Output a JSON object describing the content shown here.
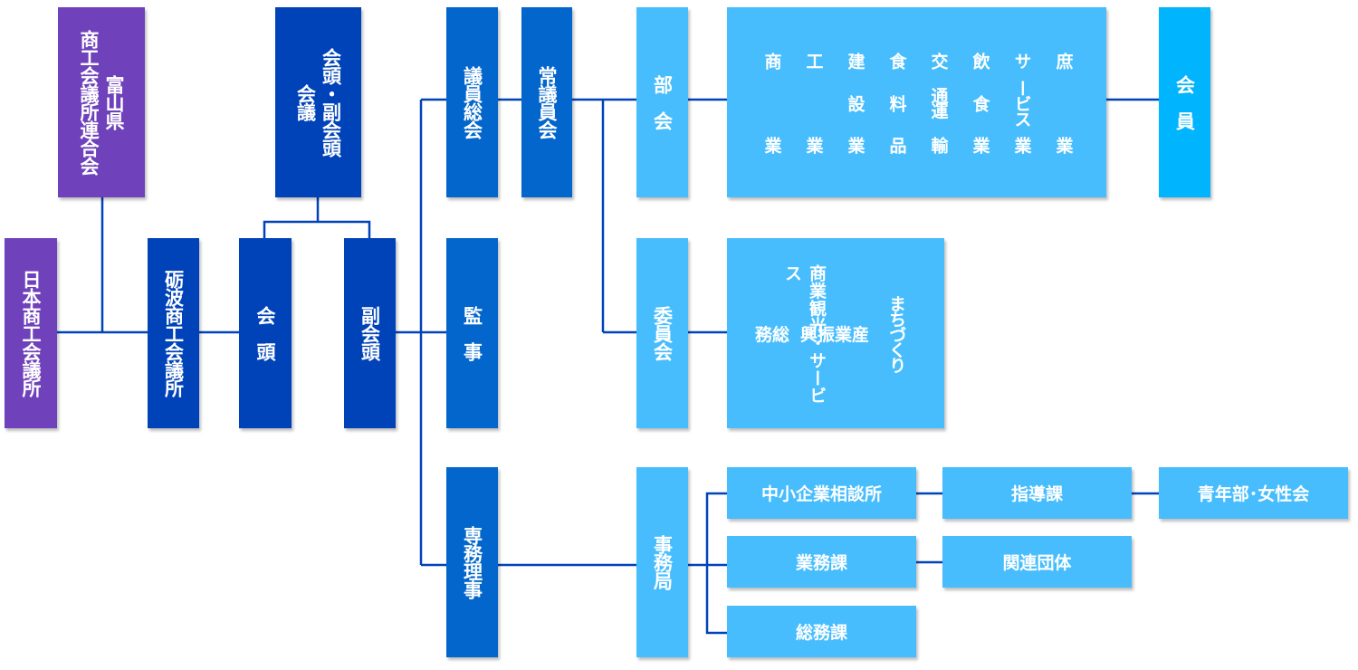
{
  "nodes": {
    "nissho": "日本商工会議所",
    "toyama_rengo_a": "富山県",
    "toyama_rengo_b": "商工会議所連合会",
    "tonami": "砺波商工会議所",
    "kaito": "会　頭",
    "fukukaito": "副会頭",
    "kaito_kaigi_a": "会頭・副会頭",
    "kaito_kaigi_b": "会議",
    "giin_sokai": "議員総会",
    "joggi": "常議員会",
    "kansa": "監　事",
    "senmu": "専務理事",
    "bukai": "部　会",
    "iinkai": "委員会",
    "jimukyoku": "事務局",
    "kaiin": "会　員",
    "chusho": "中小企業相談所",
    "shido": "指導課",
    "seinen": "青年部･女性会",
    "gyomu": "業務課",
    "kanren": "関連団体",
    "somu": "総務課"
  },
  "bukai_list": [
    {
      "top": "商",
      "mid": "",
      "bot": "業"
    },
    {
      "top": "工",
      "mid": "",
      "bot": "業"
    },
    {
      "top": "建",
      "mid": "設",
      "bot": "業"
    },
    {
      "top": "食",
      "mid": "料",
      "bot": "品"
    },
    {
      "top": "交",
      "mid": "通運",
      "bot": "輸"
    },
    {
      "top": "飲",
      "mid": "食",
      "bot": "業"
    },
    {
      "top": "サ",
      "mid": "ービス",
      "bot": "業"
    },
    {
      "top": "庶",
      "mid": "",
      "bot": "業"
    }
  ],
  "iinkai_list": [
    "総務",
    "商業観光･サービス",
    "産業振興",
    "まちづくり"
  ],
  "colors": {
    "purple": "#6f42bb",
    "navy": "#0043b9",
    "blue": "#0266cc",
    "sky": "#47bdfd",
    "cyan": "#00b4fd",
    "line": "#0043b9"
  }
}
